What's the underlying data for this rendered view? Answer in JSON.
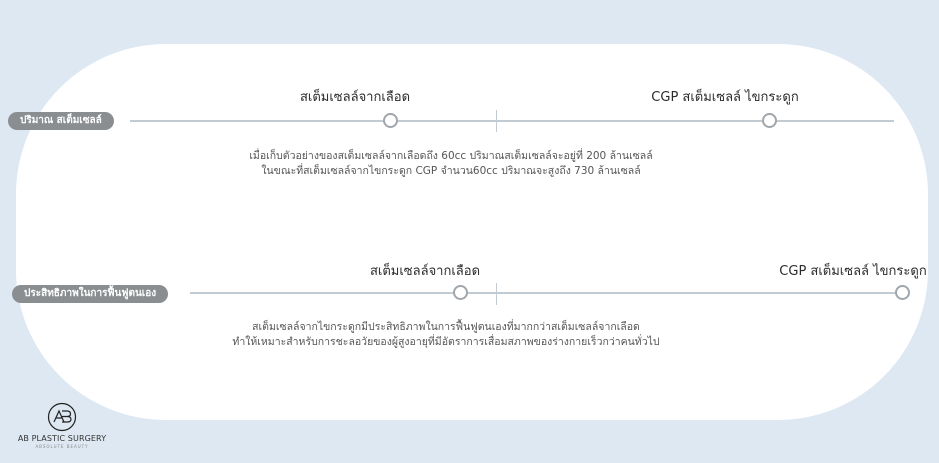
{
  "rows": [
    {
      "label": "ปริมาณ สเต็มเซลล์",
      "point_a": "สเต็มเซลล์จากเลือด",
      "point_b": "CGP สเต็มเซลล์ ไขกระดูก",
      "desc_line1": "เมื่อเก็บตัวอย่างของสเต็มเซลล์จากเลือดถึง 60cc ปริมาณสเต็มเซลล์จะอยู่ที่ 200 ล้านเซลล์",
      "desc_line2": "ในขณะที่สเต็มเซลล์จากไขกระดูก CGP จำนวน60cc ปริมาณจะสูงถึง 730 ล้านเซลล์"
    },
    {
      "label": "ประสิทธิภาพในการฟื้นฟูตนเอง",
      "point_a": "สเต็มเซลล์จากเลือด",
      "point_b": "CGP สเต็มเซลล์ ไขกระดูก",
      "desc_line1": "สเต็มเซลล์จากไขกระดูกมีประสิทธิภาพในการฟื้นฟูตนเองที่มากกว่าสเต็มเซลล์จากเลือด",
      "desc_line2": "ทำให้เหมาะสำหรับการชะลอวัยของผู้สูงอายุที่มีอัตราการเสื่อมสภาพของร่างกายเร็วกว่าคนทั่วไป"
    }
  ],
  "brand": {
    "name": "AB PLASTIC SURGERY",
    "tagline": "ABSOLUTE BEAUTY",
    "monogram": "AB"
  },
  "colors": {
    "background": "#dde8f2",
    "card": "#ffffff",
    "pill": "#8a8e91",
    "line": "#c3cbd2"
  }
}
